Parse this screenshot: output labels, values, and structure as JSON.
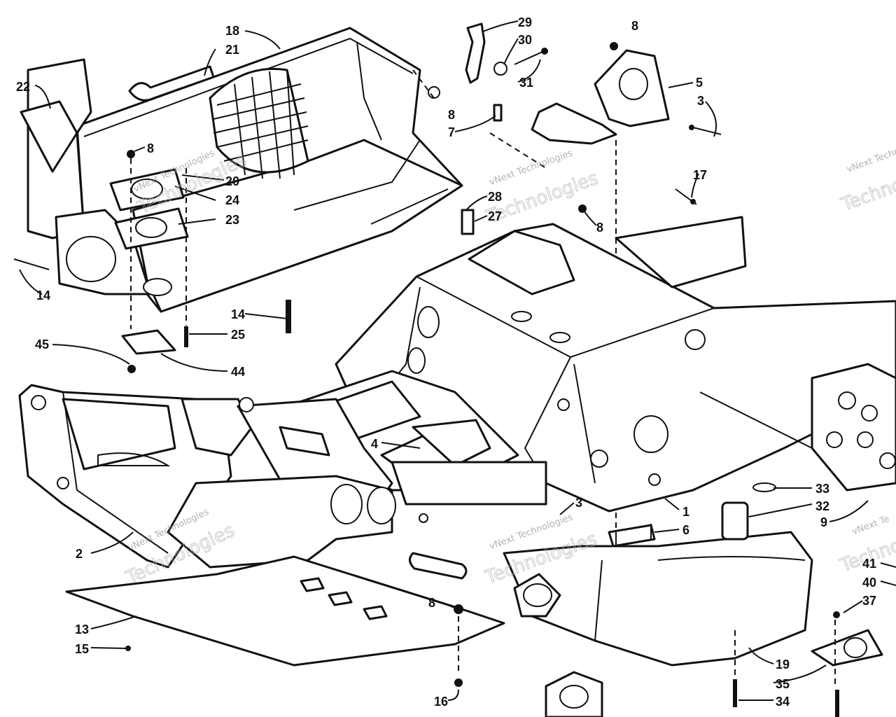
{
  "diagram": {
    "callouts": [
      "18",
      "21",
      "22",
      "8",
      "20",
      "24",
      "23",
      "14",
      "14",
      "25",
      "45",
      "44",
      "29",
      "30",
      "31",
      "8",
      "7",
      "5",
      "3",
      "8",
      "17",
      "28",
      "27",
      "8",
      "4",
      "2",
      "13",
      "15",
      "8",
      "16",
      "3",
      "1",
      "6",
      "33",
      "32",
      "9",
      "19",
      "35",
      "34",
      "41",
      "40",
      "37"
    ],
    "watermarks": [
      {
        "line1": "vNext Technologies",
        "line2": "Technologies"
      },
      {
        "line1": "vNext Technologies",
        "line2": "Technologies"
      },
      {
        "line1": "vNext Technologies",
        "line2": "Technologies"
      },
      {
        "line1": "vNext Technologies",
        "line2": "Technologies"
      },
      {
        "line1": "vNext Technologies",
        "line2": "Techno"
      },
      {
        "line1": "vNext Te",
        "line2": "Techno"
      }
    ]
  }
}
